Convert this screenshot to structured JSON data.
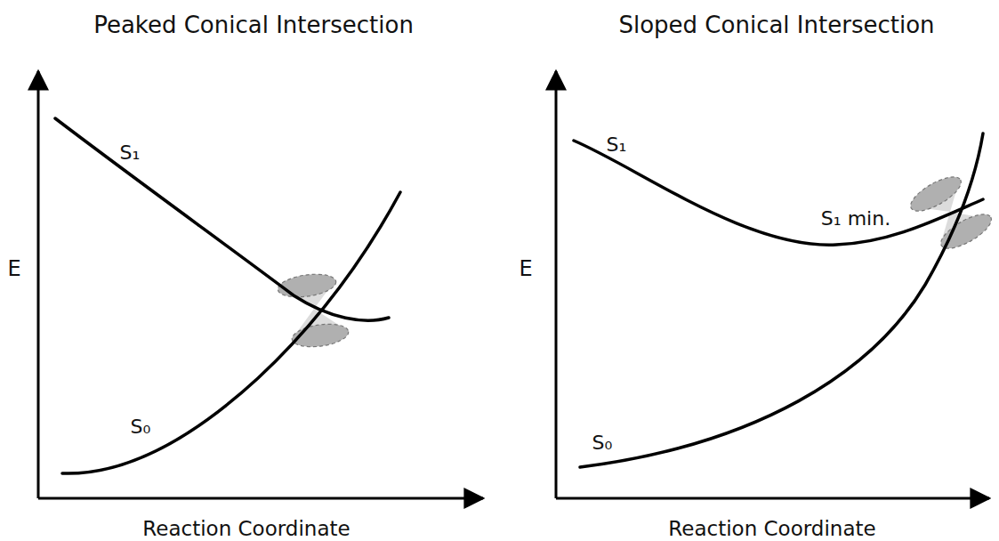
{
  "diagram": {
    "labels": [
      "Peaked Conical Intersection",
      "Sloped Conical Intersection",
      "E",
      "Reaction Coordinate",
      "S₁",
      "S₀",
      "E",
      "Reaction Coordinate",
      "S₁",
      "S₁ min.",
      "S₀"
    ]
  }
}
